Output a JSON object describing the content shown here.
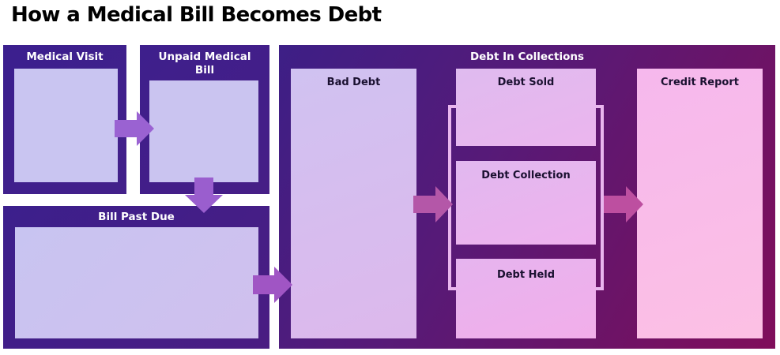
{
  "title": "How a Medical Bill Becomes Debt",
  "colors": {
    "panel_dark": "#3a1e8c",
    "panel_mid": "#4d1a78",
    "panel_magenta": "#7e0f5b",
    "inner_lavender": "#c8c4f0",
    "inner_pink": "#fdbce6",
    "arrow_purple": "#9b5fd0",
    "arrow_magenta": "#b8509e",
    "bracket": "#e8b8f0"
  },
  "stages": {
    "medical_visit": "Medical Visit",
    "unpaid_bill": "Unpaid Medical Bill",
    "bill_past_due": "Bill Past Due",
    "debt_in_collections": "Debt In Collections"
  },
  "collections_boxes": {
    "bad_debt": "Bad Debt",
    "debt_sold": "Debt Sold",
    "debt_collection": "Debt Collection",
    "debt_held": "Debt Held",
    "credit_report": "Credit Report"
  },
  "icons": {
    "arrow": "arrow-right-icon",
    "arrow_down": "arrow-down-icon"
  }
}
